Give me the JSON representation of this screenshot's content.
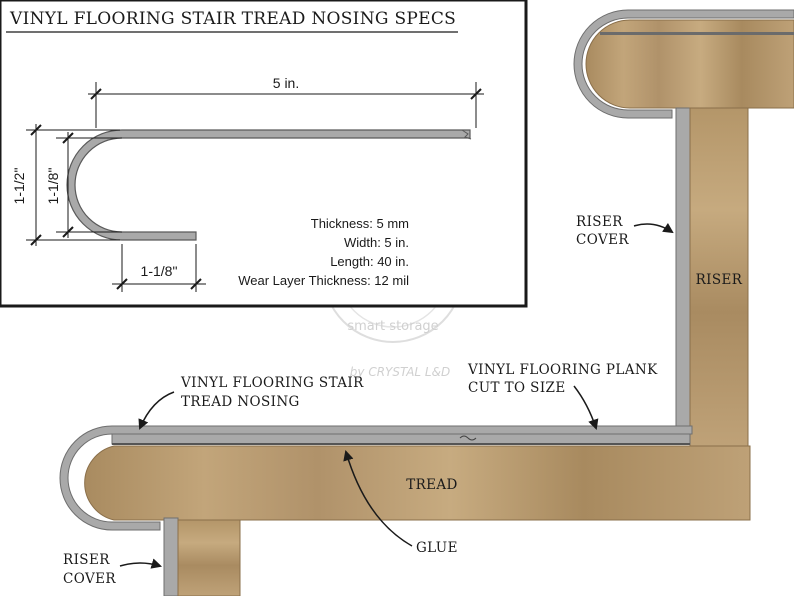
{
  "title": "VINYL FLOORING STAIR TREAD NOSING SPECS",
  "dimensions": {
    "width": "5 in.",
    "outer_height": "1-1/2\"",
    "inner_height": "1-1/8\"",
    "bottom_lip": "1-1/8\""
  },
  "specs": [
    {
      "label": "Thickness",
      "value": "5 mm"
    },
    {
      "label": "Width",
      "value": "5 in."
    },
    {
      "label": "Length",
      "value": "40 in."
    },
    {
      "label": "Wear Layer Thickness",
      "value": "12 mil"
    }
  ],
  "specs_text": [
    "Thickness: 5 mm",
    "Width: 5 in.",
    "Length: 40 in.",
    "Wear Layer Thickness: 12 mil"
  ],
  "labels": {
    "nosing_line1": "VINYL FLOORING STAIR",
    "nosing_line2": "TREAD NOSING",
    "plank_line1": "VINYL FLOORING PLANK",
    "plank_line2": "CUT TO SIZE",
    "riser_cover_top_line1": "RISER",
    "riser_cover_top_line2": "COVER",
    "riser": "RISER",
    "tread": "TREAD",
    "glue": "GLUE",
    "riser_cover_bottom_line1": "RISER",
    "riser_cover_bottom_line2": "COVER"
  },
  "watermark": {
    "brand": "smart storage",
    "maker": "by CRYSTAL L&D"
  },
  "colors": {
    "wood": "#b89a6e",
    "wood_dark": "#9c7f56",
    "vinyl": "#a9a9a9",
    "vinyl_edge": "#6e6e6e",
    "line": "#1a1a1a"
  }
}
